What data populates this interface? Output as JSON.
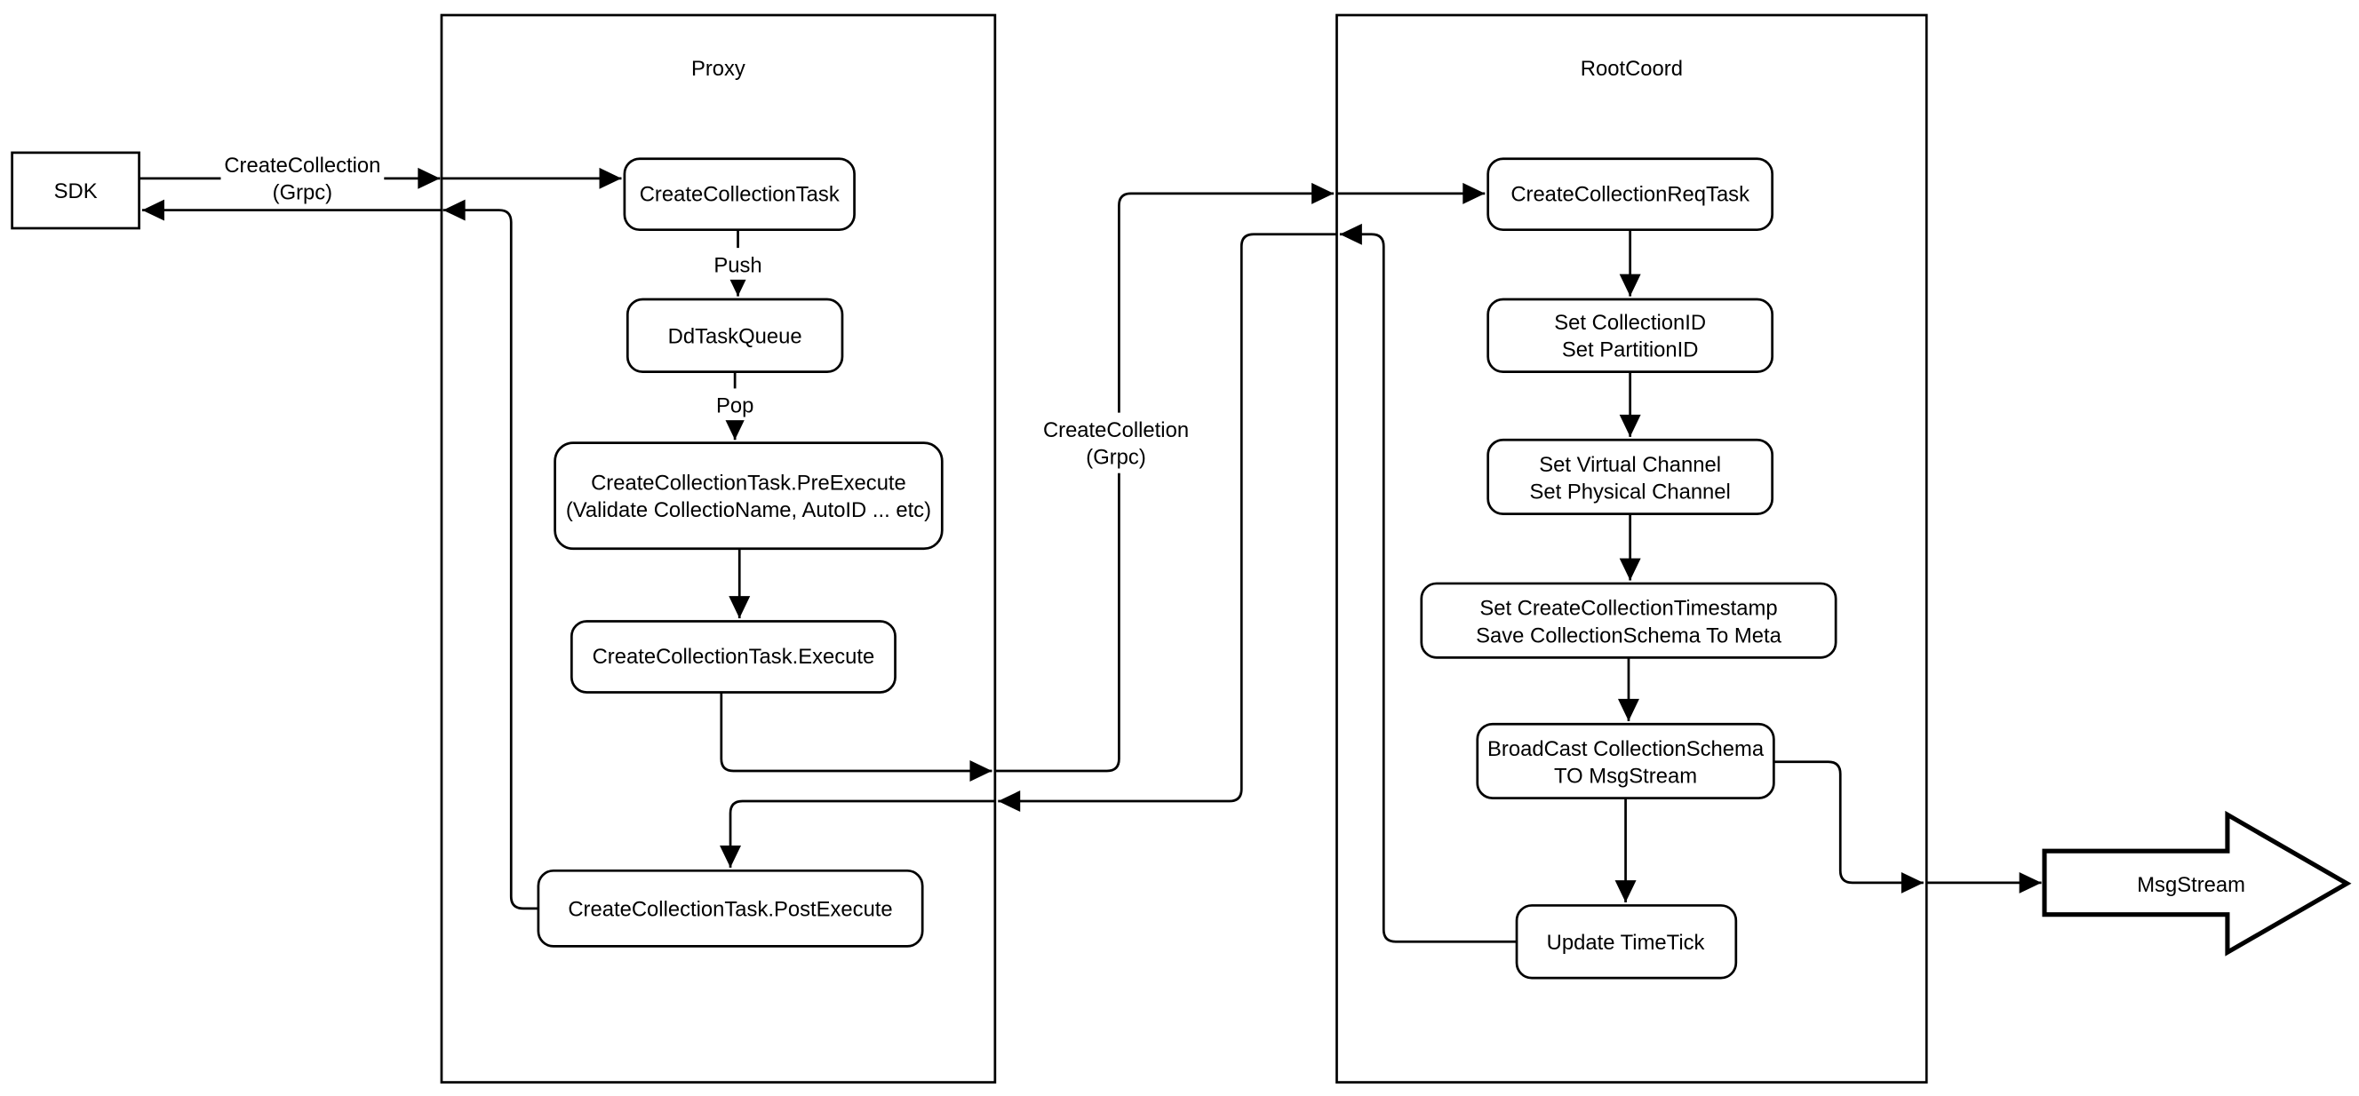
{
  "sdk": {
    "label": "SDK"
  },
  "proxy": {
    "title": "Proxy",
    "nodes": {
      "create_collection_task": {
        "label": "CreateCollectionTask"
      },
      "dd_task_queue": {
        "label": "DdTaskQueue"
      },
      "pre_execute": {
        "line1": "CreateCollectionTask.PreExecute",
        "line2": "(Validate CollectioName, AutoID ... etc)"
      },
      "execute": {
        "label": "CreateCollectionTask.Execute"
      },
      "post_execute": {
        "label": "CreateCollectionTask.PostExecute"
      }
    }
  },
  "rootcoord": {
    "title": "RootCoord",
    "nodes": {
      "req_task": {
        "label": "CreateCollectionReqTask"
      },
      "set_ids": {
        "line1": "Set CollectionID",
        "line2": "Set PartitionID"
      },
      "set_channels": {
        "line1": "Set Virtual Channel",
        "line2": "Set Physical Channel"
      },
      "set_timestamp": {
        "line1": "Set CreateCollectionTimestamp",
        "line2": "Save CollectionSchema To Meta"
      },
      "broadcast": {
        "line1": "BroadCast CollectionSchema",
        "line2": "TO MsgStream"
      },
      "update_timetick": {
        "label": "Update TimeTick"
      }
    }
  },
  "msgstream": {
    "label": "MsgStream"
  },
  "edge_labels": {
    "grpc_out": {
      "line1": "CreateCollection",
      "line2": "(Grpc)"
    },
    "grpc_mid": {
      "line1": "CreateColletion",
      "line2": "(Grpc)"
    },
    "push": "Push",
    "pop": "Pop"
  },
  "colors": {
    "stroke": "#000000",
    "background": "#ffffff"
  }
}
